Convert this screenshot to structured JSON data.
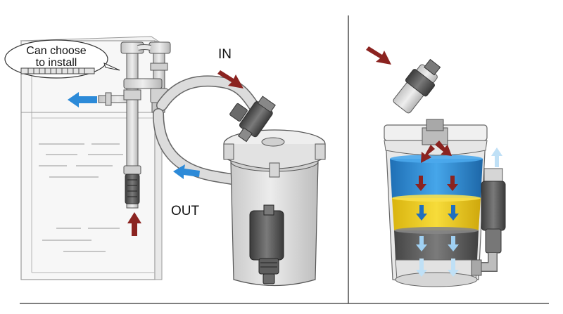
{
  "labels": {
    "callout": [
      "Can choose",
      "to install"
    ],
    "in": "IN",
    "out": "OUT"
  },
  "icons": {
    "flow_in": "red-arrow-icon",
    "flow_out": "blue-arrow-icon"
  },
  "colors": {
    "inflow_arrow": "#8b2320",
    "outflow_arrow": "#2c8ad8",
    "media_blue": "#2f8fd6",
    "media_yellow": "#f2cf1d",
    "media_dark": "#5a5a5a",
    "canister_body": "#d7d7d7",
    "outline": "#3a3a3a"
  }
}
